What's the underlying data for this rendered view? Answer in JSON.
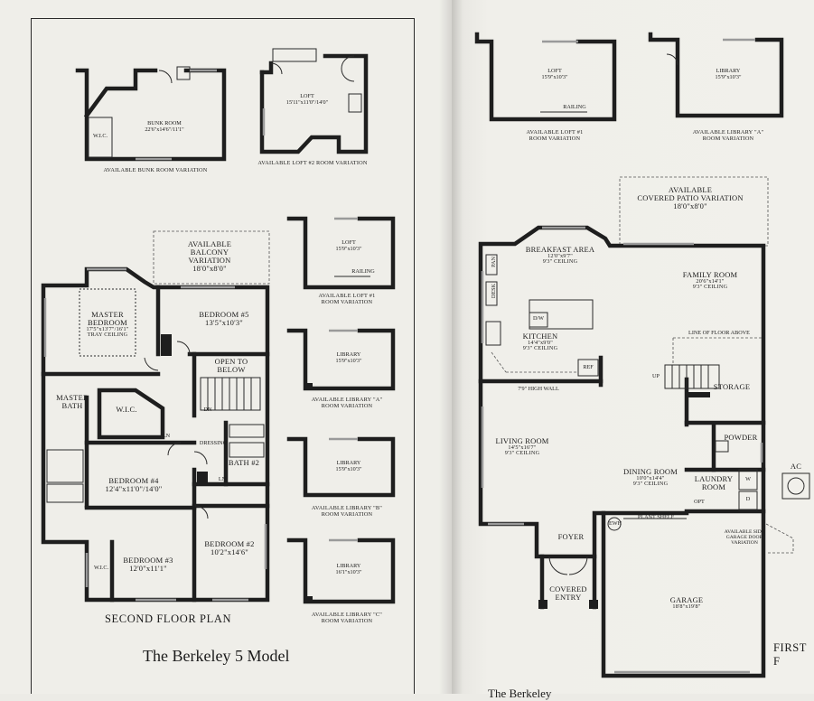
{
  "document": {
    "model_title": "The Berkeley 5 Model",
    "bottom_right_fragment": "The Berkeley",
    "second_floor_caption": "SECOND FLOOR PLAN",
    "first_floor_caption": "FIRST F"
  },
  "second_floor": {
    "master_bedroom": {
      "name": "MASTER",
      "name2": "BEDROOM",
      "size": "17'5\"x13'7\"/16'1\"",
      "note": "TRAY CEILING"
    },
    "bedroom5": {
      "name": "BEDROOM #5",
      "size": "13'5\"x10'3\""
    },
    "open_to_below": {
      "line1": "OPEN TO",
      "line2": "BELOW"
    },
    "wic_master": "W.I.C.",
    "master_bath": {
      "line1": "MASTER",
      "line2": "BATH"
    },
    "ln1": "LN",
    "dressing": "DRESSING",
    "bath2": "BATH #2",
    "ln2": "LN",
    "dn": "DN",
    "bedroom4": {
      "name": "BEDROOM #4",
      "size": "12'4\"x11'0\"/14'0\""
    },
    "bedroom3": {
      "name": "BEDROOM #3",
      "size": "12'0\"x11'1\""
    },
    "wic_b3": "W.I.C.",
    "bedroom2": {
      "name": "BEDROOM #2",
      "size": "10'2\"x14'6\""
    },
    "balcony": {
      "line1": "AVAILABLE",
      "line2": "BALCONY",
      "line3": "VARIATION",
      "size": "18'0\"x8'0\""
    }
  },
  "variations_left": {
    "bunk": {
      "name": "BUNK ROOM",
      "size": "22'6\"x14'6\"/11'1\"",
      "wic": "W.I.C.",
      "caption": "AVAILABLE BUNK ROOM VARIATION"
    },
    "loft2": {
      "name": "LOFT",
      "size": "15'11\"x11'0\"/14'0\"",
      "caption": "AVAILABLE LOFT #2 ROOM VARIATION"
    },
    "loft1": {
      "name": "LOFT",
      "size": "15'9\"x10'3\"",
      "railing": "RAILING",
      "caption1": "AVAILABLE LOFT #1",
      "caption2": "ROOM VARIATION"
    },
    "libA": {
      "name": "LIBRARY",
      "size": "15'9\"x10'3\"",
      "caption1": "AVAILABLE LIBRARY \"A\"",
      "caption2": "ROOM VARIATION"
    },
    "libB": {
      "name": "LIBRARY",
      "size": "15'9\"x10'3\"",
      "caption1": "AVAILABLE LIBRARY \"B\"",
      "caption2": "ROOM VARIATION"
    },
    "libC": {
      "name": "LIBRARY",
      "size": "16'1\"x10'3\"",
      "caption1": "AVAILABLE LIBRARY \"C\"",
      "caption2": "ROOM VARIATION"
    }
  },
  "variations_right": {
    "loft1": {
      "name": "LOFT",
      "size": "15'9\"x10'3\"",
      "railing": "RAILING",
      "caption1": "AVAILABLE LOFT #1",
      "caption2": "ROOM VARIATION"
    },
    "libA": {
      "name": "LIBRARY",
      "size": "15'9\"x10'3\"",
      "caption1": "AVAILABLE LIBRARY \"A\"",
      "caption2": "ROOM VARIATION"
    }
  },
  "first_floor": {
    "patio": {
      "line1": "AVAILABLE",
      "line2": "COVERED PATIO VARIATION",
      "size": "18'0\"x8'0\""
    },
    "breakfast": {
      "name": "BREAKFAST AREA",
      "size": "12'0\"x9'7\"",
      "note": "9'3\" CEILING"
    },
    "family": {
      "name": "FAMILY ROOM",
      "size": "20'6\"x14'1\"",
      "note": "9'3\" CEILING"
    },
    "pan": "PAN",
    "desk": "DESK",
    "dw": "D/W",
    "kitchen": {
      "name": "KITCHEN",
      "size": "14'4\"x9'0\"",
      "note": "9'3\" CEILING"
    },
    "ref": "REF",
    "line_above": "LINE OF FLOOR ABOVE",
    "up": "UP",
    "storage": "STORAGE",
    "high_wall": "7'9\" HIGH WALL",
    "living": {
      "name": "LIVING ROOM",
      "size": "14'5\"x16'7\"",
      "note": "9'3\" CEILING"
    },
    "powder": "POWDER",
    "dining": {
      "name": "DINING ROOM",
      "size": "10'0\"x14'4\"",
      "note": "9'3\" CEILING"
    },
    "laundry": {
      "line1": "LAUNDRY",
      "line2": "ROOM"
    },
    "w": "W",
    "d": "D",
    "opt": "OPT",
    "ac": "AC",
    "ewh": "EWH",
    "plant_shelf": "PLANT SHELF",
    "side_garage": {
      "line1": "AVAILABLE SIDE",
      "line2": "GARAGE DOOR",
      "line3": "VARIATION"
    },
    "foyer": "FOYER",
    "covered_entry": {
      "line1": "COVERED",
      "line2": "ENTRY"
    },
    "garage": {
      "name": "GARAGE",
      "size": "18'8\"x19'8\""
    }
  }
}
